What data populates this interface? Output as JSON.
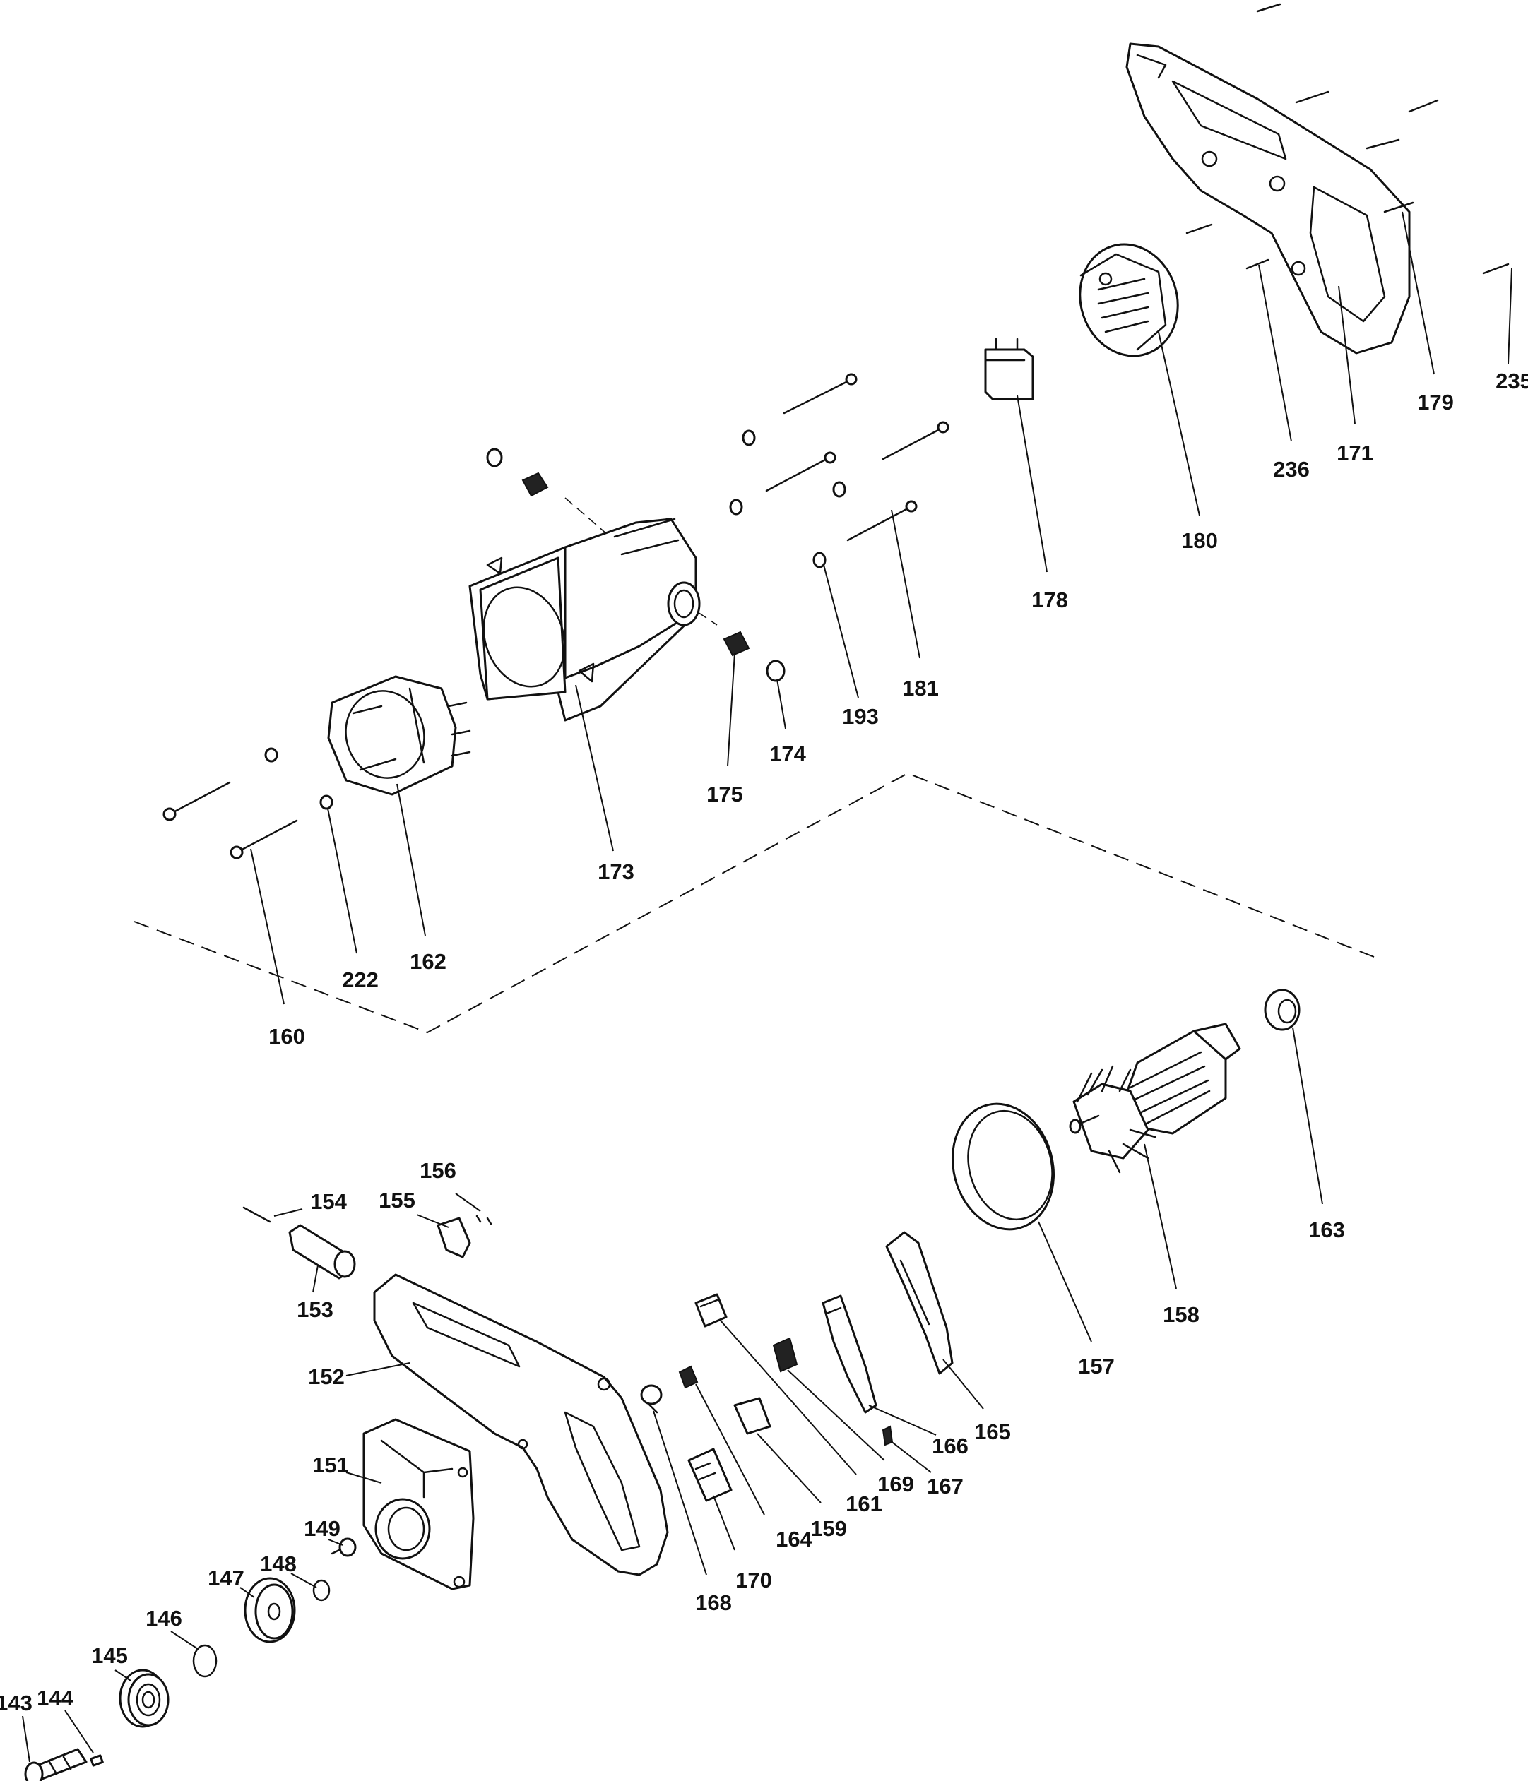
{
  "diagram": {
    "colors": {
      "ink": "#111111",
      "paper": "#ffffff"
    },
    "part_numbers": [
      "235",
      "179",
      "171",
      "236",
      "180",
      "178",
      "181",
      "193",
      "174",
      "175",
      "173",
      "162",
      "222",
      "160",
      "163",
      "158",
      "157",
      "165",
      "166",
      "167",
      "169",
      "161",
      "159",
      "164",
      "170",
      "168",
      "156",
      "155",
      "154",
      "153",
      "152",
      "151",
      "149",
      "148",
      "147",
      "146",
      "145",
      "144",
      "143"
    ]
  }
}
